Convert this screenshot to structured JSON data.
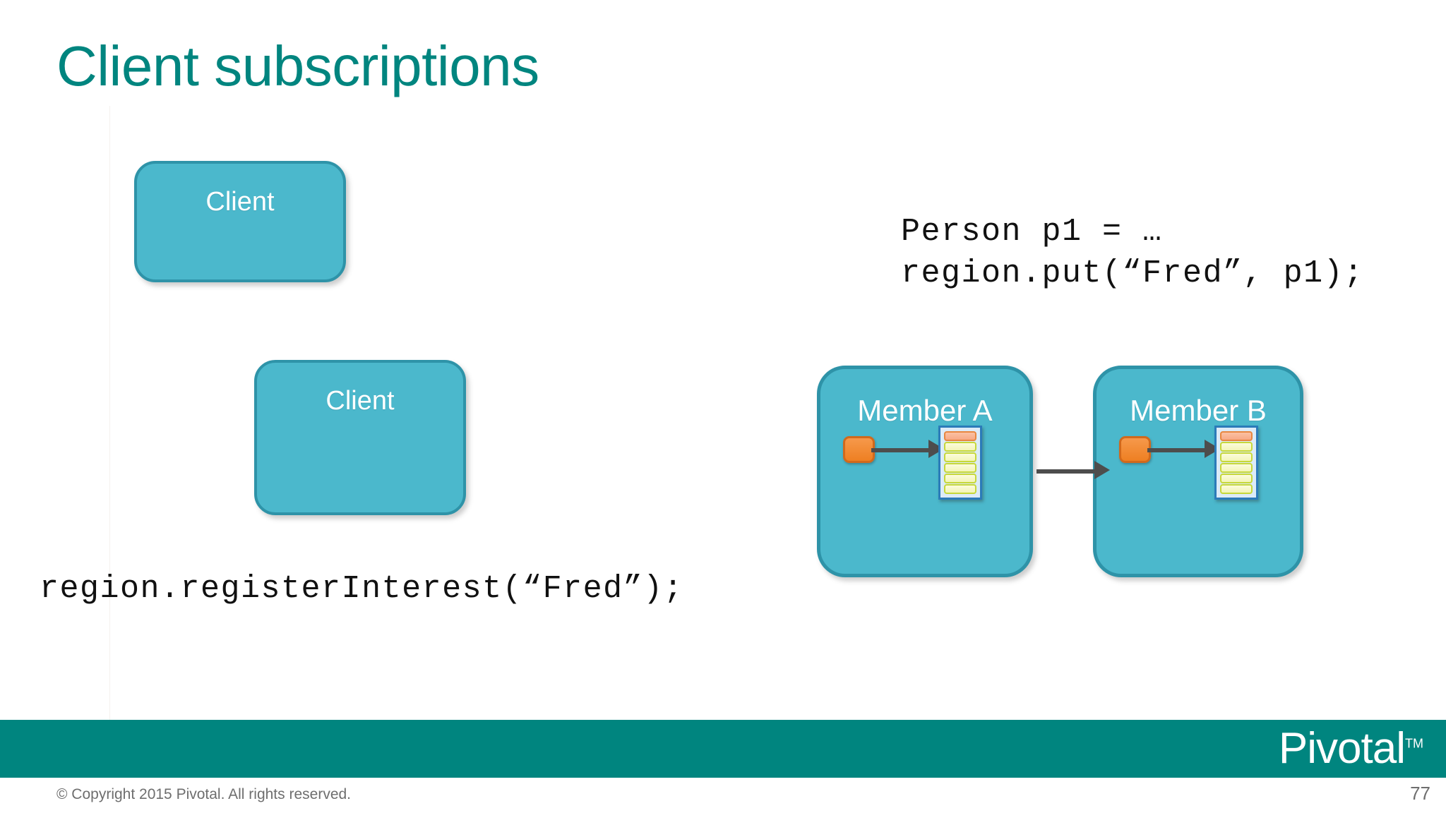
{
  "slide": {
    "title": "Client subscriptions",
    "title_color": "#00857F",
    "background_color": "#FFFFFF"
  },
  "clients": [
    {
      "label": "Client"
    },
    {
      "label": "Client"
    }
  ],
  "members": [
    {
      "label": "Member A",
      "entry_color": "#EE7F22",
      "region": {
        "rows": [
          {
            "type": "key",
            "color": "#F7A884"
          },
          {
            "type": "plain",
            "color": "#F3F5B7"
          },
          {
            "type": "plain",
            "color": "#F3F5B7"
          },
          {
            "type": "plain",
            "color": "#F3F5B7"
          },
          {
            "type": "plain",
            "color": "#F3F5B7"
          },
          {
            "type": "plain",
            "color": "#F3F5B7"
          }
        ]
      }
    },
    {
      "label": "Member B",
      "entry_color": "#EE7F22",
      "region": {
        "rows": [
          {
            "type": "key",
            "color": "#F7A884"
          },
          {
            "type": "plain",
            "color": "#F3F5B7"
          },
          {
            "type": "plain",
            "color": "#F3F5B7"
          },
          {
            "type": "plain",
            "color": "#F3F5B7"
          },
          {
            "type": "plain",
            "color": "#F3F5B7"
          },
          {
            "type": "plain",
            "color": "#F3F5B7"
          }
        ]
      }
    }
  ],
  "code": {
    "right": "Person p1 = …\nregion.put(“Fred”, p1);",
    "bottom": "region.registerInterest(“Fred”);"
  },
  "colors": {
    "node_fill": "#4BB8CC",
    "node_border": "#2E93A8",
    "brand_teal": "#00857F",
    "arrow": "#4D4D4D",
    "region_container": "#DCEBF8",
    "region_container_border": "#2B7BB9"
  },
  "footer": {
    "brand": "Pivotal",
    "brand_tm": "TM",
    "copyright": "© Copyright 2015 Pivotal. All rights reserved.",
    "page_number": "77"
  }
}
